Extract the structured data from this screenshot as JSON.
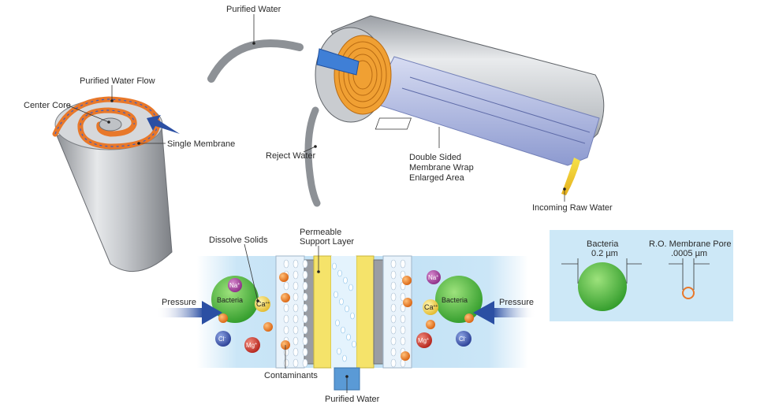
{
  "labels": {
    "purified_water_top": "Purified Water",
    "purified_water_flow": "Purified Water Flow",
    "center_core": "Center Core",
    "single_membrane": "Single Membrane",
    "reject_water": "Reject Water",
    "double_sided_line1": "Double Sided",
    "double_sided_line2": "Membrane Wrap",
    "double_sided_line3": "Enlarged Area",
    "incoming_raw_water": "Incoming Raw Water",
    "dissolve_solids": "Dissolve Solids",
    "permeable_line1": "Permeable",
    "permeable_line2": "Support Layer",
    "pressure_left": "Pressure",
    "pressure_right": "Pressure",
    "contaminants": "Contaminants",
    "purified_water_bottom": "Purified Water"
  },
  "ions": {
    "na": "Na",
    "na_charge": "+",
    "ca": "Ca",
    "ca_charge": "++",
    "cl": "Cl",
    "cl_charge": "-",
    "mg": "Mg",
    "mg_charge": "+",
    "bacteria": "Bacteria"
  },
  "comparison": {
    "bacteria_label": "Bacteria",
    "bacteria_size": "0.2 µm",
    "pore_label": "R.O. Membrane Pore",
    "pore_size": ".0005 µm"
  },
  "colors": {
    "arrow_blue": "#2b4fa3",
    "membrane_orange": "#e8782a",
    "support_yellow": "#f5e36a",
    "bacteria_green": "#4fbd3a",
    "panel_blue": "#cde8f7"
  }
}
